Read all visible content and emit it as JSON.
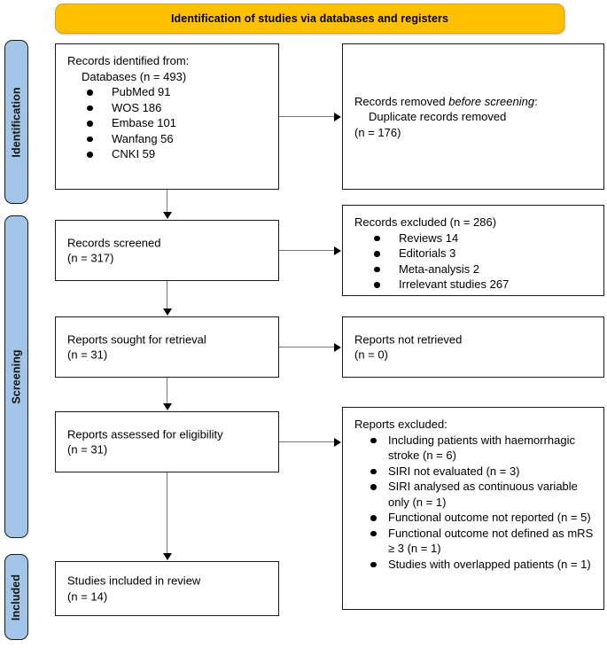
{
  "header": {
    "title": "Identification of studies via databases and registers",
    "bg_color": "#FFC000"
  },
  "stages": {
    "identification": "Identification",
    "screening": "Screening",
    "included": "Included",
    "bar_color": "#A3C6E8"
  },
  "boxes": {
    "identified": {
      "line1": "Records identified from:",
      "line2": "Databases (n = 493)",
      "bullets": [
        "PubMed 91",
        "WOS 186",
        "Embase 101",
        "Wanfang 56",
        "CNKI 59"
      ]
    },
    "removed": {
      "line1_a": "Records removed ",
      "line1_b": "before screening",
      "line1_c": ":",
      "line2": "Duplicate records removed",
      "line3": "(n = 176)"
    },
    "screened": {
      "line1": "Records screened",
      "line2": "(n = 317)"
    },
    "excluded_records": {
      "line1": "Records excluded (n = 286)",
      "bullets": [
        "Reviews 14",
        "Editorials 3",
        "Meta-analysis 2",
        "Irrelevant studies 267"
      ]
    },
    "sought": {
      "line1": "Reports sought for retrieval",
      "line2": "(n = 31)"
    },
    "not_retrieved": {
      "line1": "Reports not retrieved",
      "line2": "(n = 0)"
    },
    "assessed": {
      "line1": "Reports assessed for eligibility",
      "line2": "(n = 31)"
    },
    "excluded_reports": {
      "line1": "Reports excluded:",
      "bullets": [
        "Including patients with haemorrhagic stroke (n = 6)",
        "SIRI not evaluated (n = 3)",
        "SIRI analysed as continuous variable only (n = 1)",
        "Functional outcome not reported (n = 5)",
        "Functional outcome not defined as mRS ≥ 3 (n = 1)",
        "Studies with overlapped patients (n = 1)"
      ]
    },
    "included": {
      "line1": "Studies included in review",
      "line2": "(n = 14)"
    }
  }
}
